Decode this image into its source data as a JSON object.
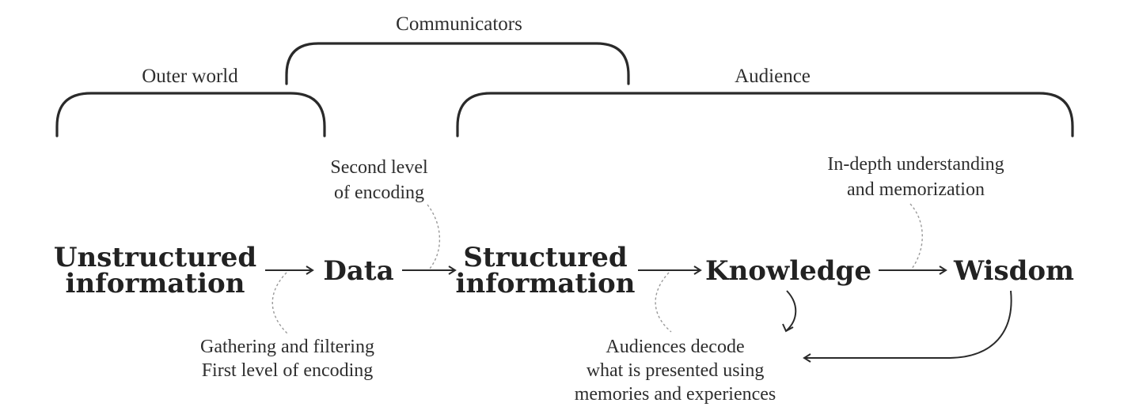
{
  "groups": {
    "outer_world": "Outer world",
    "communicators": "Communicators",
    "audience": "Audience"
  },
  "nodes": {
    "unstructured_line1": "Unstructured",
    "unstructured_line2": "information",
    "data": "Data",
    "structured_line1": "Structured",
    "structured_line2": "information",
    "knowledge": "Knowledge",
    "wisdom": "Wisdom"
  },
  "notes": {
    "second_level_line1": "Second level",
    "second_level_line2": "of encoding",
    "in_depth_line1": "In-depth understanding",
    "in_depth_line2": "and memorization",
    "gathering_line1": "Gathering and filtering",
    "gathering_line2": "First level of encoding",
    "audiences_line1": "Audiences decode",
    "audiences_line2": "what is presented using",
    "audiences_line3": "memories and experiences"
  }
}
